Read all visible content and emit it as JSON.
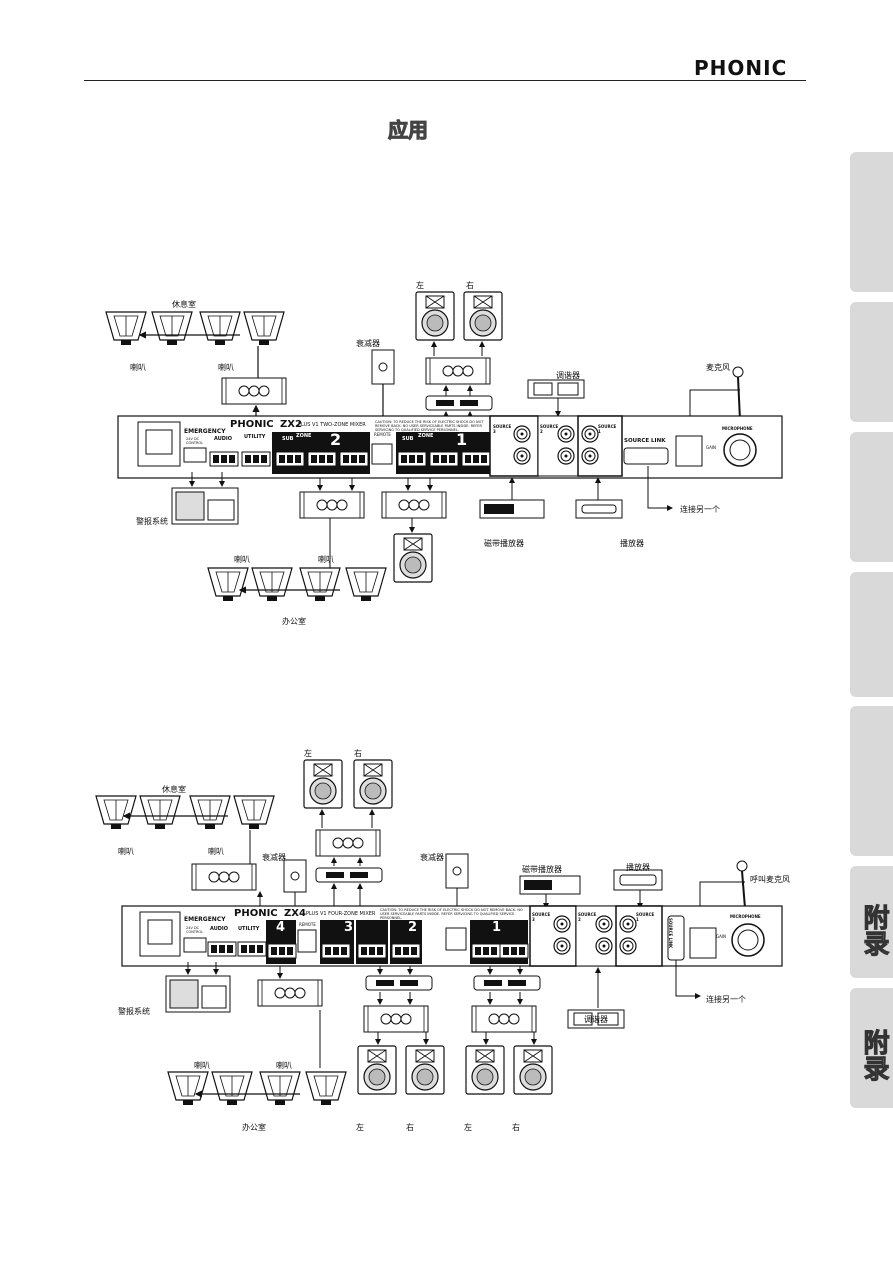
{
  "header": {
    "brand": "PHONIC",
    "section_title": "应用"
  },
  "side_tabs": [
    {
      "label": ""
    },
    {
      "label": ""
    },
    {
      "label": ""
    },
    {
      "label": ""
    },
    {
      "label": ""
    },
    {
      "label": "附录"
    },
    {
      "label": "附录"
    }
  ],
  "diagram1": {
    "labels": {
      "lounge": "休息室",
      "speaker_left": "喇叭",
      "speaker_right": "喇叭",
      "attenuator": "衰减器",
      "left": "左",
      "right": "右",
      "tuner": "调谐器",
      "microphone": "麦克风",
      "alarm_system": "警报系统",
      "tape_player": "磁带播放器",
      "player": "播放器",
      "link_another": "连接另一个",
      "speaker_a": "喇叭",
      "speaker_b": "喇叭",
      "office": "办公室"
    },
    "panel": {
      "brand": "PHONIC",
      "model": "ZX2",
      "subtitle": "PLUS V1 TWO-ZONE MIXER",
      "emergency": "EMERGENCY",
      "audio": "AUDIO",
      "control": "24V DC CONTROL",
      "utility": "UTILITY",
      "zone": "ZONE",
      "sub": "SUB",
      "zone2": "2",
      "zone1": "1",
      "source3": "SOURCE 3",
      "source2": "SOURCE 2",
      "source1": "SOURCE 1",
      "source_link": "SOURCE LINK",
      "microphone": "MICROPHONE",
      "gain": "GAIN",
      "remote": "REMOTE",
      "caution": "CAUTION: TO REDUCE THE RISK OF ELECTRIC SHOCK DO NOT REMOVE BACK. NO USER SERVICEABLE PARTS INSIDE. REFER SERVICING TO QUALIFIED SERVICE PERSONNEL."
    }
  },
  "diagram2": {
    "labels": {
      "lounge": "休息室",
      "left": "左",
      "right": "右",
      "attenuator_a": "衰减器",
      "attenuator_b": "衰减器",
      "speaker_left": "喇叭",
      "speaker_right": "喇叭",
      "tape_player": "磁带播放器",
      "player": "播放器",
      "paging_mic": "呼叫麦克风",
      "alarm_system": "警报系统",
      "link_another": "连接另一个",
      "tuner": "调谐器",
      "speaker_a": "喇叭",
      "speaker_b": "喇叭",
      "office": "办公室",
      "bottom_left_1": "左",
      "bottom_right_1": "右",
      "bottom_left_2": "左",
      "bottom_right_2": "右"
    },
    "panel": {
      "brand": "PHONIC",
      "model": "ZX4",
      "subtitle": "PLUS V1 FOUR-ZONE MIXER",
      "emergency": "EMERGENCY",
      "audio": "AUDIO",
      "control": "24V DC CONTROL",
      "utility": "UTILITY",
      "zone4": "4",
      "zone3": "3",
      "zone2": "2",
      "zone1": "1",
      "source3": "SOURCE 3",
      "source2": "SOURCE 2",
      "source1": "SOURCE 1",
      "source_link": "SOURCE LINK",
      "microphone": "MICROPHONE",
      "gain": "GAIN",
      "remote": "REMOTE",
      "caution": "CAUTION: TO REDUCE THE RISK OF ELECTRIC SHOCK DO NOT REMOVE BACK. NO USER SERVICEABLE PARTS INSIDE. REFER SERVICING TO QUALIFIED SERVICE PERSONNEL."
    }
  }
}
